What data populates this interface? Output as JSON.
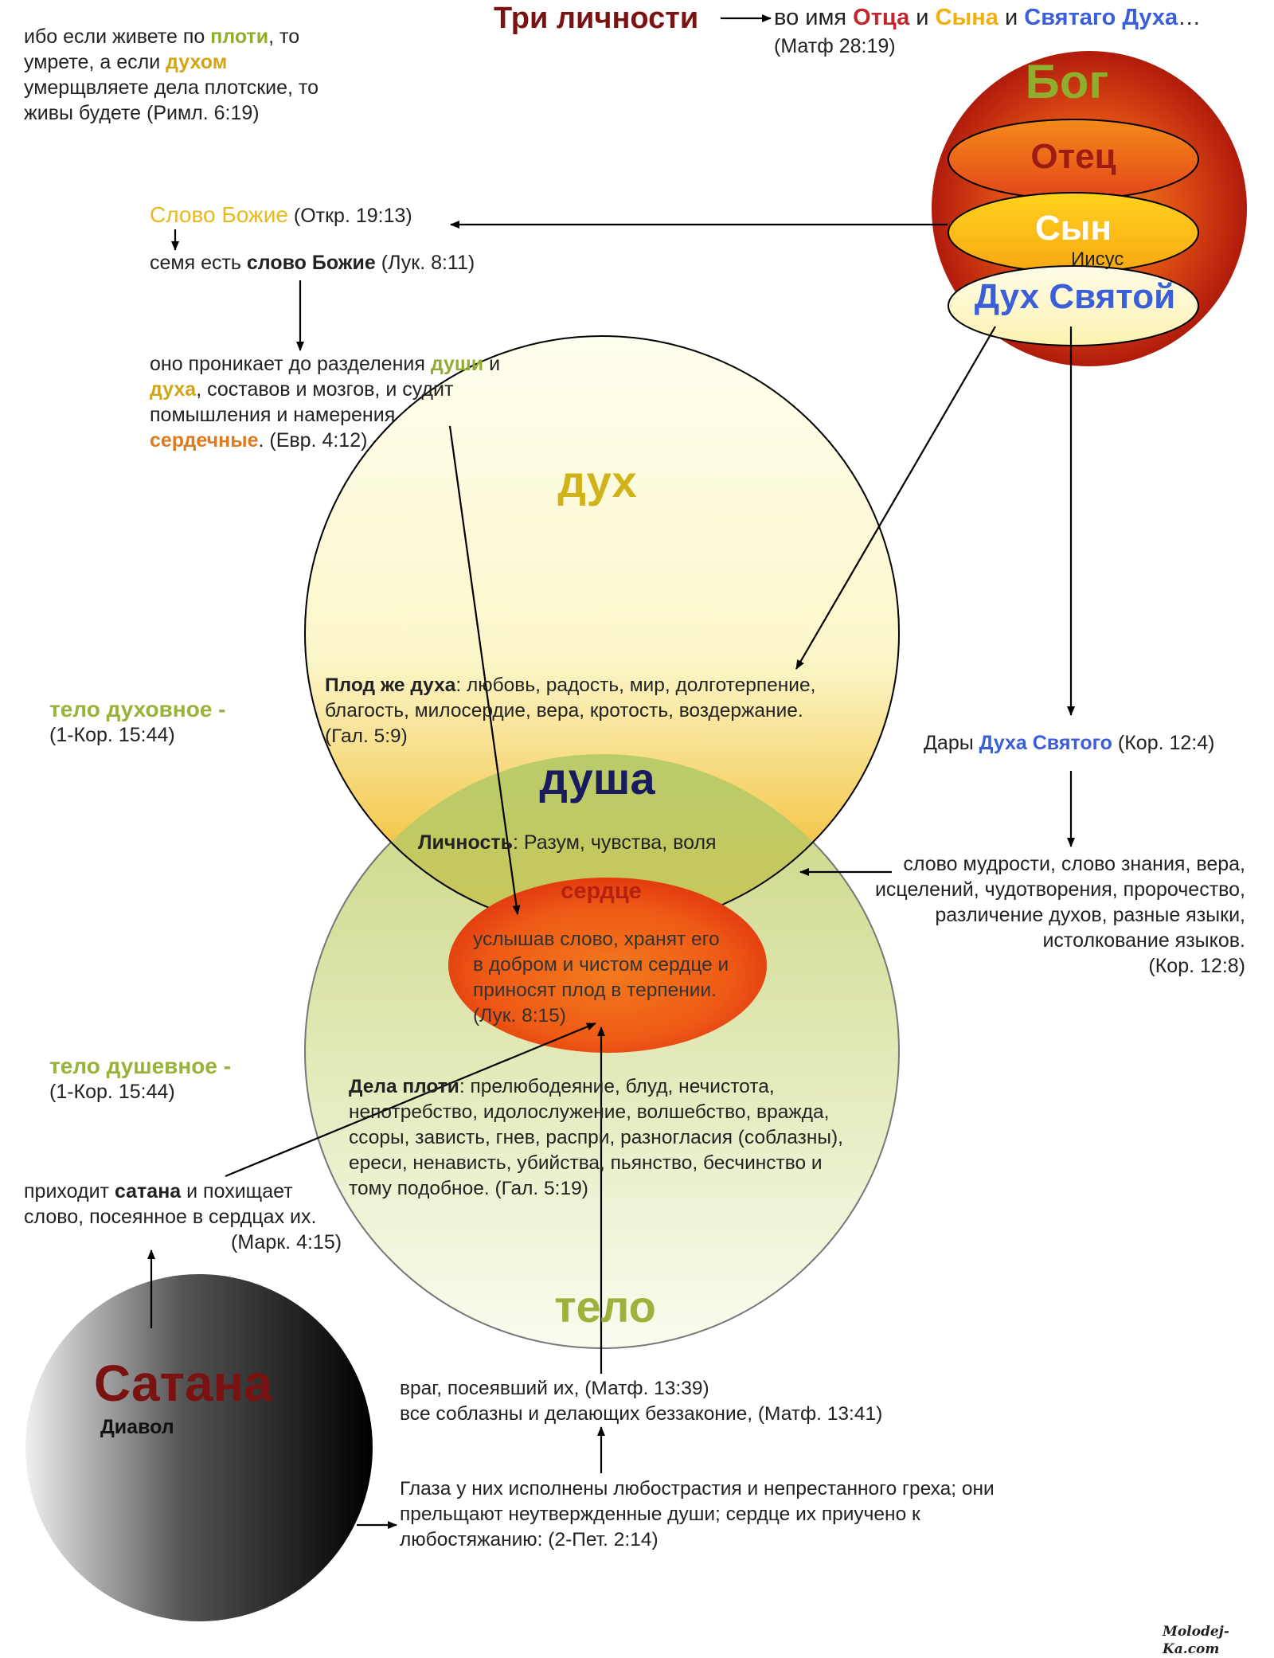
{
  "header": {
    "title": "Три личности",
    "quote_pre": "во имя ",
    "quote_father": "Отца",
    "quote_and1": " и ",
    "quote_son": "Сына",
    "quote_and2": " и ",
    "quote_spirit": "Святаго Духа",
    "quote_end": "…",
    "quote_ref": "(Матф 28:19)"
  },
  "top_left": {
    "l1_a": "ибо если живете по ",
    "l1_flesh": "плоти",
    "l1_b": ", то",
    "l2_a": "умрете, а если ",
    "l2_spirit": "духом",
    "l3": "умерщвляете дела плотские, то",
    "l4": "живы будете (Римл. 6:19)"
  },
  "god": {
    "title": "Бог",
    "father": "Отец",
    "son": "Сын",
    "jesus": "Иисус",
    "holy_spirit": "Дух Святой"
  },
  "word": {
    "title": "Слово Божие",
    "title_ref": " (Откр. 19:13)",
    "seed_a": "семя есть ",
    "seed_b": "слово Божие",
    "seed_ref": " (Лук. 8:11)",
    "p_l1_a": "оно проникает до разделения ",
    "p_l1_soul": "души",
    "p_l1_b": " и",
    "p_l2_spirit": "духа",
    "p_l2_b": ", составов и мозгов, и судит",
    "p_l3": "помышления и намерения",
    "p_l4_heart": "сердечные",
    "p_l4_ref": ". (Евр. 4:12)"
  },
  "spirit_circle": {
    "label": "дух",
    "fruit_bold": "Плод же духа",
    "fruit_l1": ": любовь, радость, мир, долготерпение,",
    "fruit_l2": "благость, милосердие, вера, кротость, воздержание.",
    "fruit_l3": "(Гал. 5:9)"
  },
  "soul": {
    "label": "душа",
    "personality_bold": "Личность",
    "personality_rest": ": Разум, чувства, воля"
  },
  "heart": {
    "label": "сердце",
    "l1": "услышав слово, хранят его",
    "l2": "в добром и чистом сердце и",
    "l3": "приносят плод в терпении.",
    "l4": "(Лук. 8:15)"
  },
  "body_circle": {
    "label": "тело",
    "works_bold": "Дела плоти",
    "works_l1": ": прелюбодеяние, блуд, нечистота,",
    "works_l2": "непотребство, идолослужение, волшебство, вражда,",
    "works_l3": "ссоры, зависть, гнев, распри, разногласия (соблазны),",
    "works_l4": "ереси, ненависть, убийства, пьянство, бесчинство и",
    "works_l5": "тому подобное. (Гал. 5:19)"
  },
  "left_labels": {
    "spiritual_body": "тело духовное -",
    "spiritual_ref": "(1-Кор. 15:44)",
    "soulish_body": "тело душевное -",
    "soulish_ref": "(1-Кор. 15:44)"
  },
  "gifts": {
    "title_a": "Дары ",
    "title_b": "Духа Святого",
    "title_ref": " (Кор. 12:4)",
    "l1": "слово мудрости, слово знания, вера,",
    "l2": "исцелений, чудотворения, пророчество,",
    "l3": "различение духов, разные языки,",
    "l4": "истолкование языков.",
    "ref": "(Кор. 12:8)"
  },
  "satan_steal": {
    "l1_a": "приходит ",
    "l1_satan": "сатана",
    "l1_b": " и похищает",
    "l2": "слово, посеянное в сердцах их.",
    "ref": "(Марк. 4:15)"
  },
  "satan": {
    "title": "Сатана",
    "subtitle": "Диавол"
  },
  "enemy": {
    "l1": "враг, посеявший их, (Матф. 13:39)",
    "l2": "все соблазны и делающих беззаконие, (Матф. 13:41)"
  },
  "eyes": {
    "l1": "Глаза у них исполнены любострастия и непрестанного греха; они",
    "l2": "прельщают неутвержденные души; сердце их приучено к",
    "l3": "любостяжанию: (2-Пет. 2:14)"
  },
  "watermark": "Molodej-Ka.com",
  "colors": {
    "title_darkred": "#7a1212",
    "olive": "#8fae2e",
    "gold": "#d2a516",
    "orange": "#e07a1f",
    "blue": "#3b5fd8",
    "soul_navy": "#1a1a5e",
    "heart_red": "#b5210f"
  }
}
